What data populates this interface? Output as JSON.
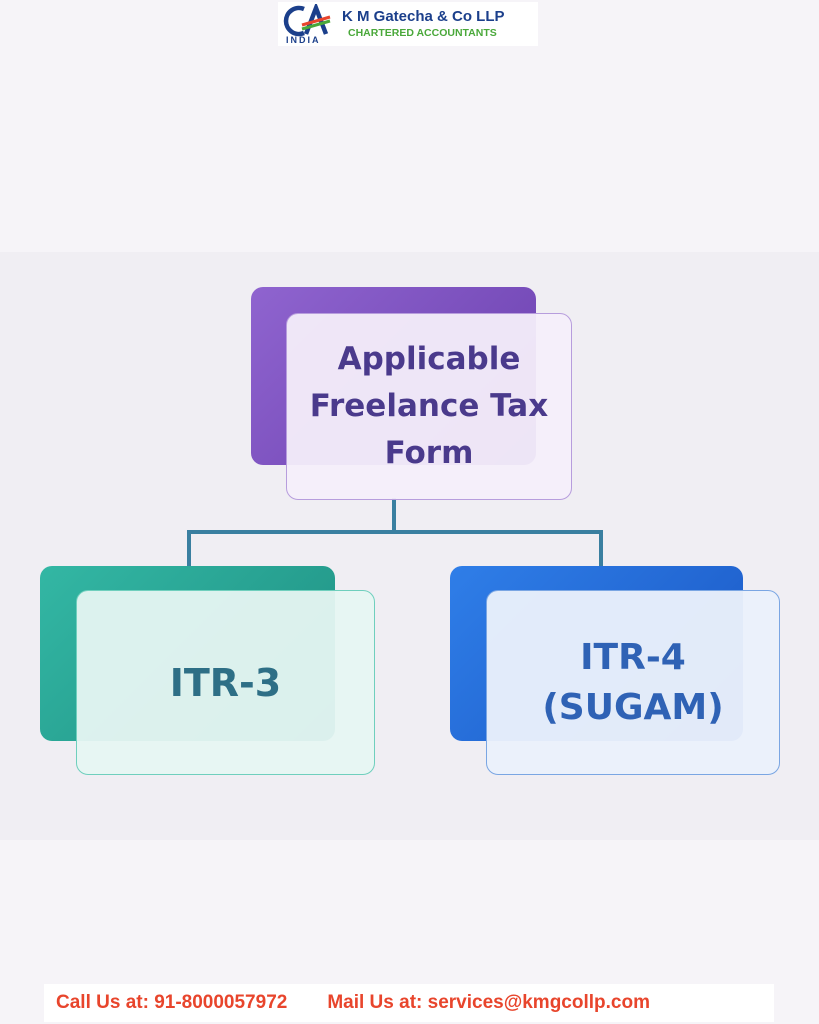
{
  "header": {
    "logo_text": "CA",
    "logo_sub": "INDIA",
    "firm_name": "K M Gatecha & Co LLP",
    "firm_subtitle": "CHARTERED ACCOUNTANTS"
  },
  "diagram": {
    "root": {
      "line1": "Applicable",
      "line2": "Freelance Tax",
      "line3": "Form"
    },
    "left": {
      "label": "ITR-3"
    },
    "right": {
      "line1": "ITR-4",
      "line2": "(SUGAM)"
    }
  },
  "colors": {
    "root_back": "#7e52c0",
    "root_text": "#4a3a8c",
    "left_back": "#2aa596",
    "left_text": "#2e6f86",
    "right_back": "#2266d6",
    "right_text": "#2f62b5",
    "connector": "#3a7fa0",
    "footer_text": "#e8452c"
  },
  "footer": {
    "call": "Call Us at: 91-8000057972",
    "mail": "Mail Us at: services@kmgcollp.com"
  }
}
